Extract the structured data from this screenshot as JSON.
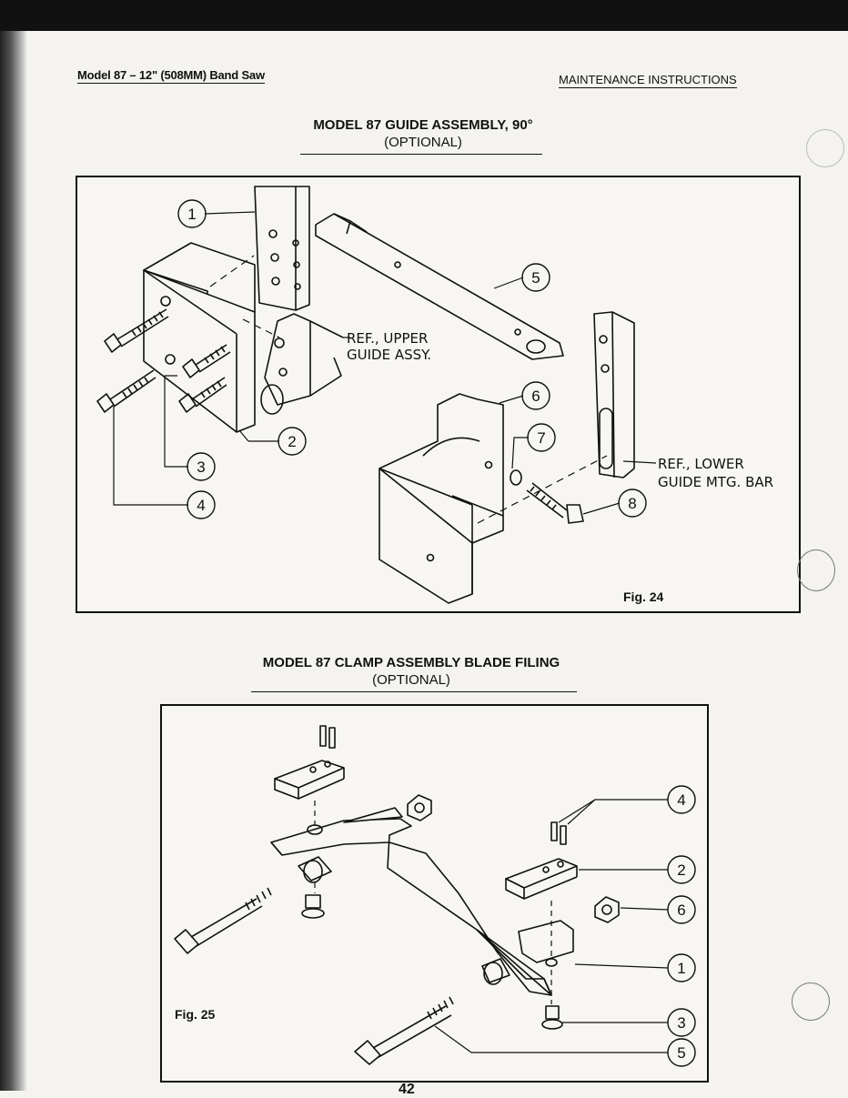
{
  "header": {
    "left": "Model 87 – 12\" (508MM) Band Saw",
    "right": "MAINTENANCE INSTRUCTIONS"
  },
  "section1": {
    "title": "MODEL 87 GUIDE ASSEMBLY, 90°",
    "subtitle": "(OPTIONAL)",
    "fig_label": "Fig. 24",
    "callouts": [
      "1",
      "2",
      "3",
      "4",
      "5",
      "6",
      "7",
      "8"
    ],
    "ref_upper": [
      "REF., UPPER",
      "GUIDE  ASSY."
    ],
    "ref_lower": [
      "REF., LOWER",
      "GUIDE  MTG. BAR"
    ]
  },
  "section2": {
    "title": "MODEL 87 CLAMP ASSEMBLY BLADE FILING",
    "subtitle": "(OPTIONAL)",
    "fig_label": "Fig. 25",
    "callouts": [
      "4",
      "2",
      "6",
      "1",
      "3",
      "5"
    ]
  },
  "page_number": "42"
}
